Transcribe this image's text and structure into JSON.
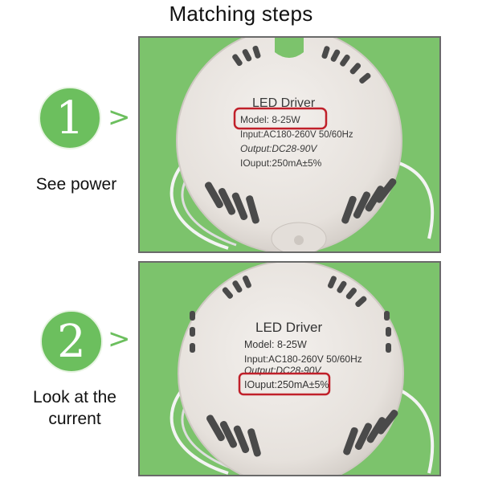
{
  "title": "Matching steps",
  "steps": [
    {
      "number": "1",
      "arrow": ">",
      "caption": "See power",
      "label": {
        "brand": "LED Driver",
        "model": "Model: 8-25W",
        "input": "Input:AC180-260V  50/60Hz",
        "output": "Output:DC28-90V",
        "ioutput": "IOuput:250mA±5%"
      }
    },
    {
      "number": "2",
      "arrow": ">",
      "caption_line1": "Look at the",
      "caption_line2": "current",
      "label": {
        "brand": "LED Driver",
        "model": "Model: 8-25W",
        "input": "Input:AC180-260V  50/60Hz",
        "output": "Output:DC28-90V",
        "ioutput": "IOuput:250mA±5%"
      }
    }
  ],
  "colors": {
    "panel_green": "#7cc36c",
    "step_green": "#6cbf5e",
    "highlight_red": "#c0202a",
    "driver_body": "#e9e5e1"
  }
}
